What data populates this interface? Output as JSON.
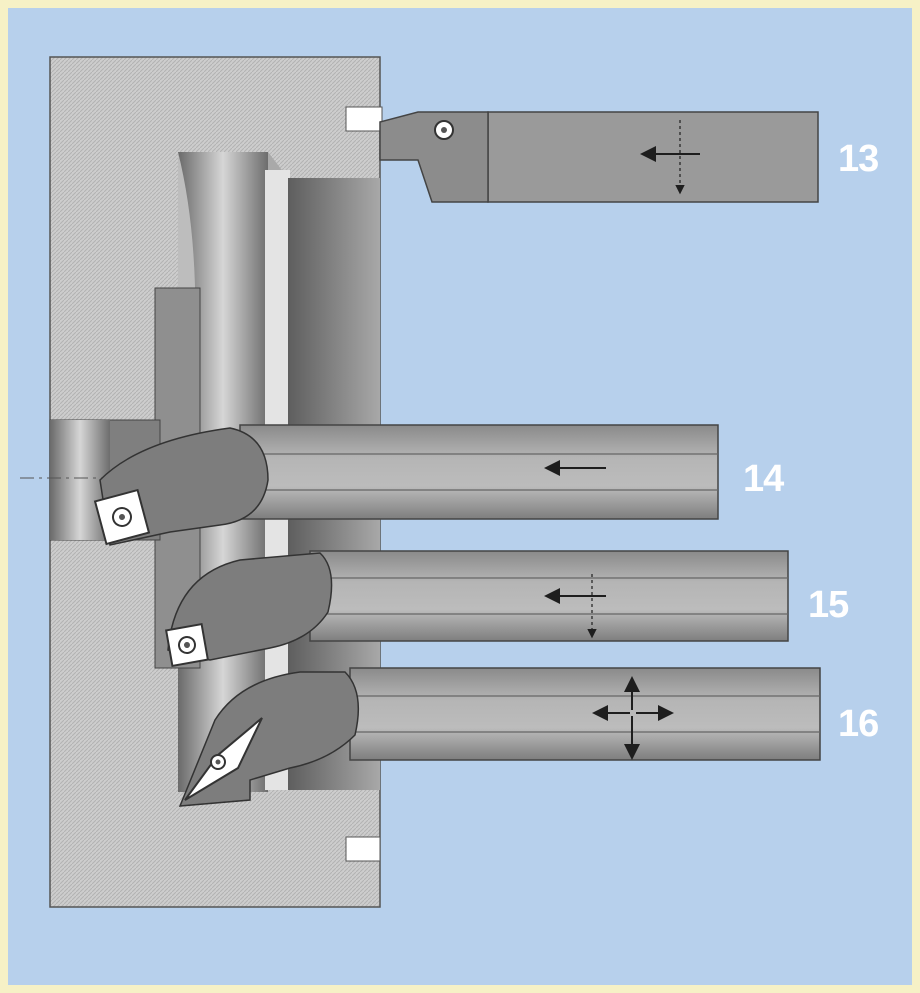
{
  "figure": {
    "description_type": "internal turning / boring tool diagram",
    "tools": [
      {
        "number": "13",
        "operation": "grooving",
        "feed_directions": [
          "axial-left",
          "radial-down"
        ]
      },
      {
        "number": "14",
        "operation": "boring",
        "feed_directions": [
          "axial-left"
        ]
      },
      {
        "number": "15",
        "operation": "boring",
        "feed_directions": [
          "axial-left",
          "radial-down"
        ]
      },
      {
        "number": "16",
        "operation": "profiling",
        "feed_directions": [
          "axial-both",
          "radial-both"
        ]
      }
    ],
    "colors": {
      "background": "#b7d0ec",
      "border": "#f6f1c6",
      "workpiece": "#c9c9c9",
      "tool_body": "#8c8c8c",
      "label": "#ffffff"
    }
  }
}
